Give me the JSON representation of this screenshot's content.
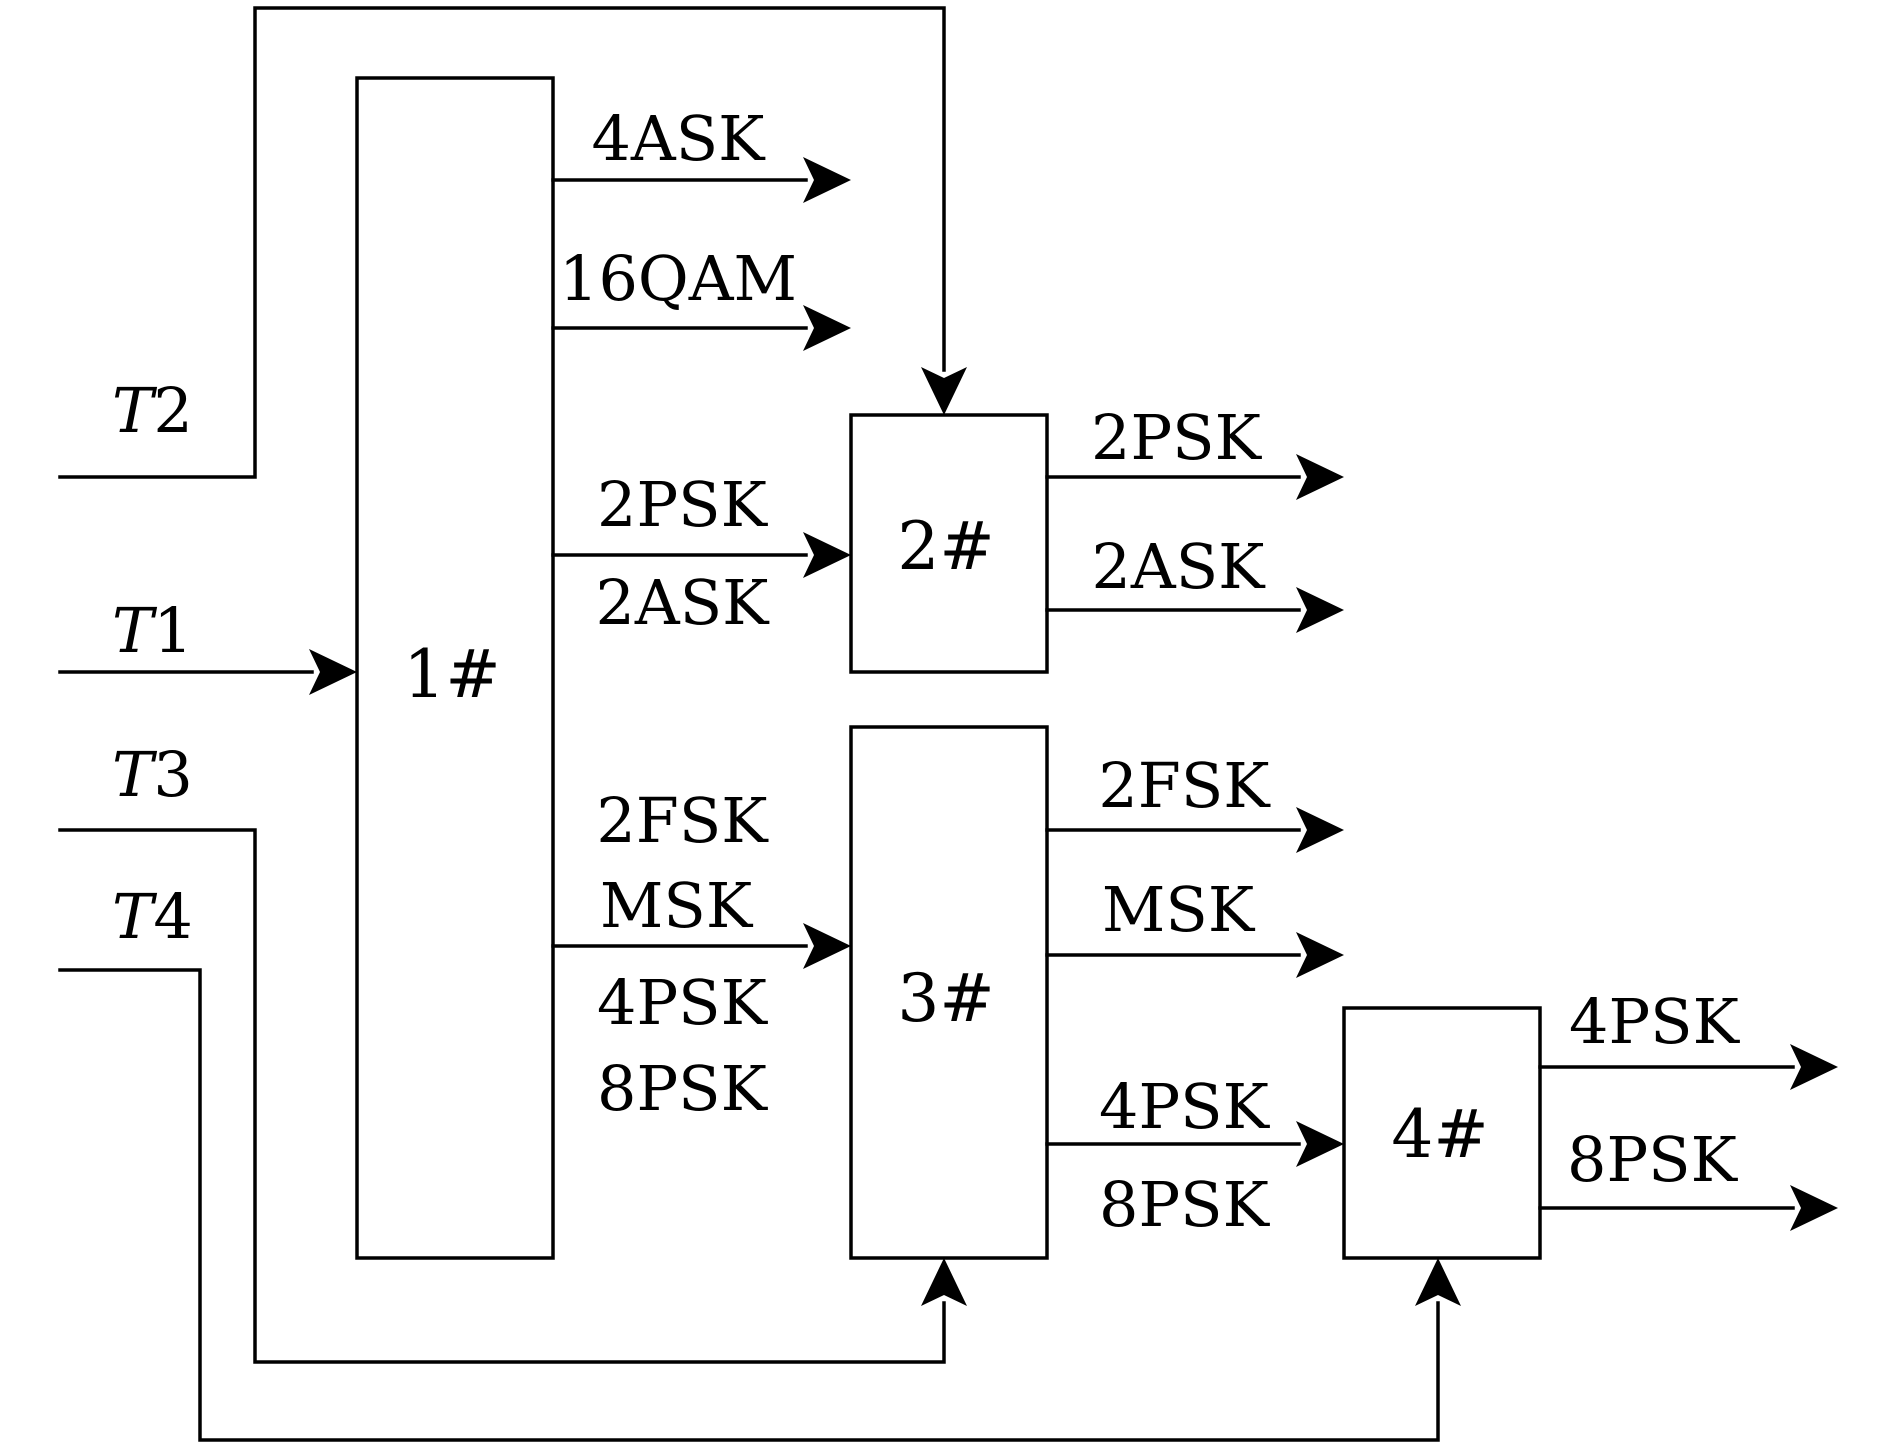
{
  "inputs": {
    "t1": {
      "letter": "T",
      "num": "1"
    },
    "t2": {
      "letter": "T",
      "num": "2"
    },
    "t3": {
      "letter": "T",
      "num": "3"
    },
    "t4": {
      "letter": "T",
      "num": "4"
    }
  },
  "blocks": {
    "b1": "1#",
    "b2": "2#",
    "b3": "3#",
    "b4": "4#"
  },
  "b1_outputs": {
    "ask4": "4ASK",
    "qam16": "16QAM",
    "to_b2_top": "2PSK",
    "to_b2_bottom": "2ASK",
    "to_b3": [
      "2FSK",
      "MSK",
      "4PSK",
      "8PSK"
    ]
  },
  "b2_outputs": [
    "2PSK",
    "2ASK"
  ],
  "b3_outputs": {
    "fsk2": "2FSK",
    "msk": "MSK",
    "to_b4_top": "4PSK",
    "to_b4_bottom": "8PSK"
  },
  "b4_outputs": [
    "4PSK",
    "8PSK"
  ]
}
